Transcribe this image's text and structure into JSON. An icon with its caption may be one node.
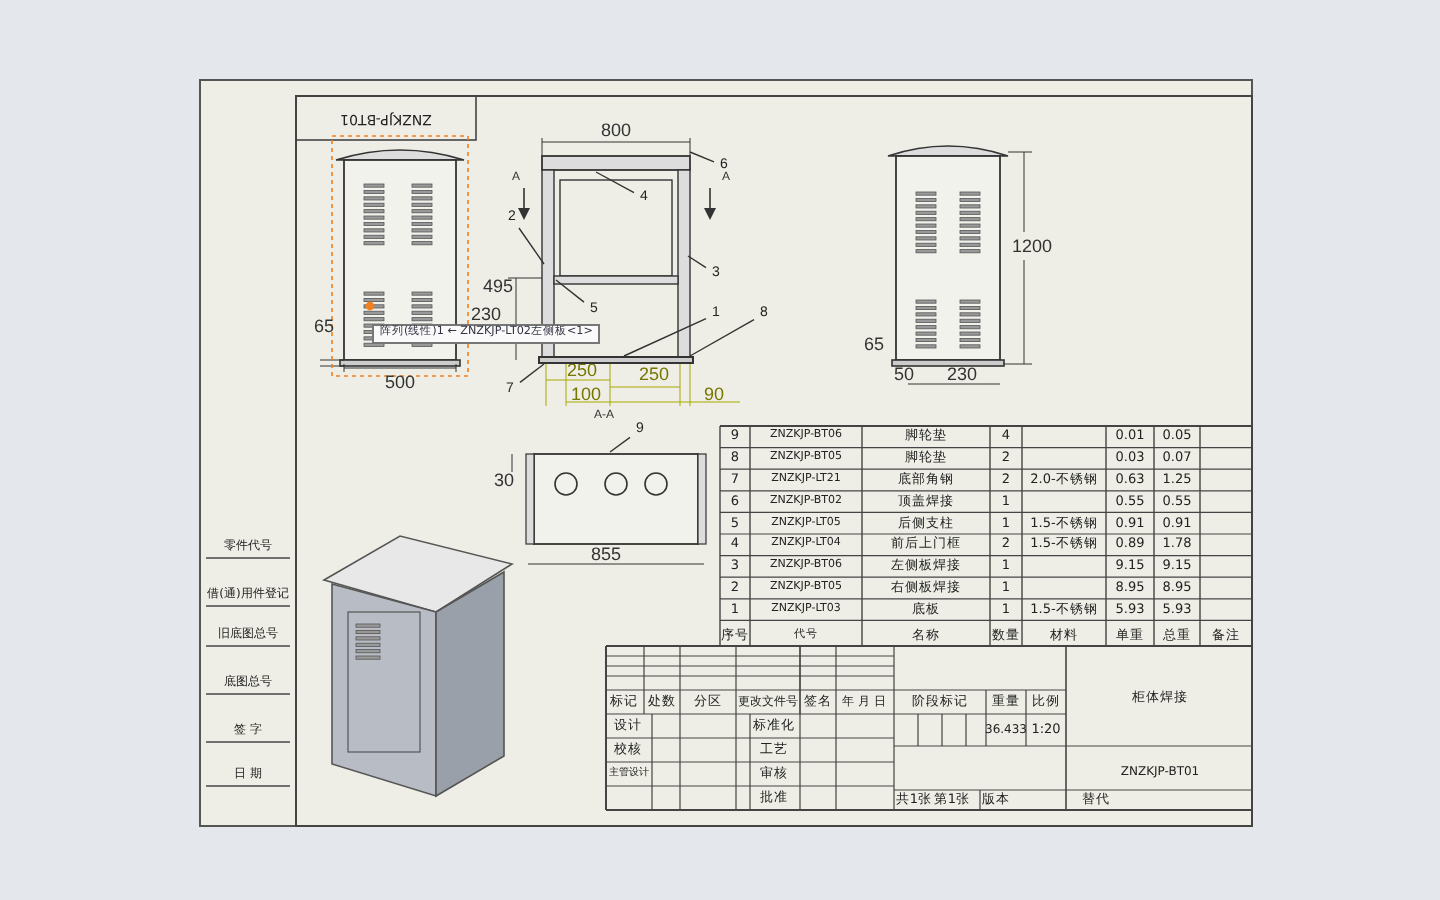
{
  "diagram": {
    "nodes": [
      {
        "text": [
          "6"
        ]
      },
      {
        "text": [
          "4"
        ]
      },
      {
        "text": [
          "2"
        ]
      },
      {
        "text": [
          "3"
        ]
      },
      {
        "text": [
          "5"
        ]
      },
      {
        "text": [
          "1"
        ]
      },
      {
        "text": [
          "8"
        ]
      },
      {
        "text": [
          "7"
        ]
      },
      {
        "text": [
          "9"
        ]
      },
      {
        "text": [
          "阵列(线性)1 ← ZNZKJP-LT02左侧板<1>"
        ]
      },
      {
        "text": [],
        "shape": "bar"
      }
    ],
    "edges": [
      {
        "from": 0,
        "to": null,
        "arrow": "none"
      },
      {
        "from": 1,
        "to": null,
        "arrow": "none"
      },
      {
        "from": 2,
        "to": null,
        "arrow": "none"
      },
      {
        "from": 3,
        "to": null,
        "arrow": "none"
      },
      {
        "from": 4,
        "to": null,
        "arrow": "none"
      },
      {
        "from": 5,
        "to": 10,
        "arrow": "none"
      },
      {
        "from": 6,
        "to": 10,
        "arrow": "none"
      },
      {
        "from": 7,
        "to": 10,
        "arrow": "none"
      },
      {
        "from": 8,
        "to": null,
        "arrow": "none"
      }
    ],
    "labels": [
      "ZNZKJP-BT01",
      "65",
      "230",
      "500",
      "800",
      "A",
      "A",
      "495",
      "250",
      "250",
      "100",
      "90",
      "A-A",
      "1200",
      "65",
      "50",
      "230",
      "30",
      "855",
      "9",
      "ZNZKJP-BT06",
      "脚轮垫",
      "4",
      "0.01",
      "0.05",
      "8",
      "ZNZKJP-BT05",
      "脚轮垫",
      "2",
      "0.03",
      "0.07",
      "7",
      "ZNZKJP-LT21",
      "底部角钢",
      "2",
      "2.0-不锈钢",
      "0.63",
      "1.25",
      "6",
      "ZNZKJP-BT02",
      "顶盖焊接",
      "1",
      "0.55",
      "0.55",
      "5",
      "ZNZKJP-LT05",
      "后侧支柱",
      "1",
      "1.5-不锈钢",
      "0.91",
      "0.91",
      "4",
      "ZNZKJP-LT04",
      "前后上门框",
      "2",
      "1.5-不锈钢",
      "0.89",
      "1.78",
      "3",
      "ZNZKJP-BT06",
      "左侧板焊接",
      "1",
      "9.15",
      "9.15",
      "2",
      "ZNZKJP-BT05",
      "右侧板焊接",
      "1",
      "8.95",
      "8.95",
      "1",
      "ZNZKJP-LT03",
      "底板",
      "1",
      "1.5-不锈钢",
      "5.93",
      "5.93",
      "序号",
      "代号",
      "名称",
      "数量",
      "材料",
      "单重",
      "总重",
      "备注",
      "标记",
      "处数",
      "分区",
      "更改文件号",
      "签名",
      "年 月 日",
      "阶段标记",
      "重量",
      "比例",
      "柜体焊接",
      "设计",
      "标准化",
      "36.433",
      "1:20",
      "校核",
      "工艺",
      "主管设计",
      "审核",
      "ZNZKJP-BT01",
      "批准",
      "共1张",
      "第1张",
      "版本",
      "替代",
      "零件代号",
      "借(通)用件登记",
      "旧底图总号",
      "底图总号",
      "签 字",
      "日 期"
    ]
  }
}
